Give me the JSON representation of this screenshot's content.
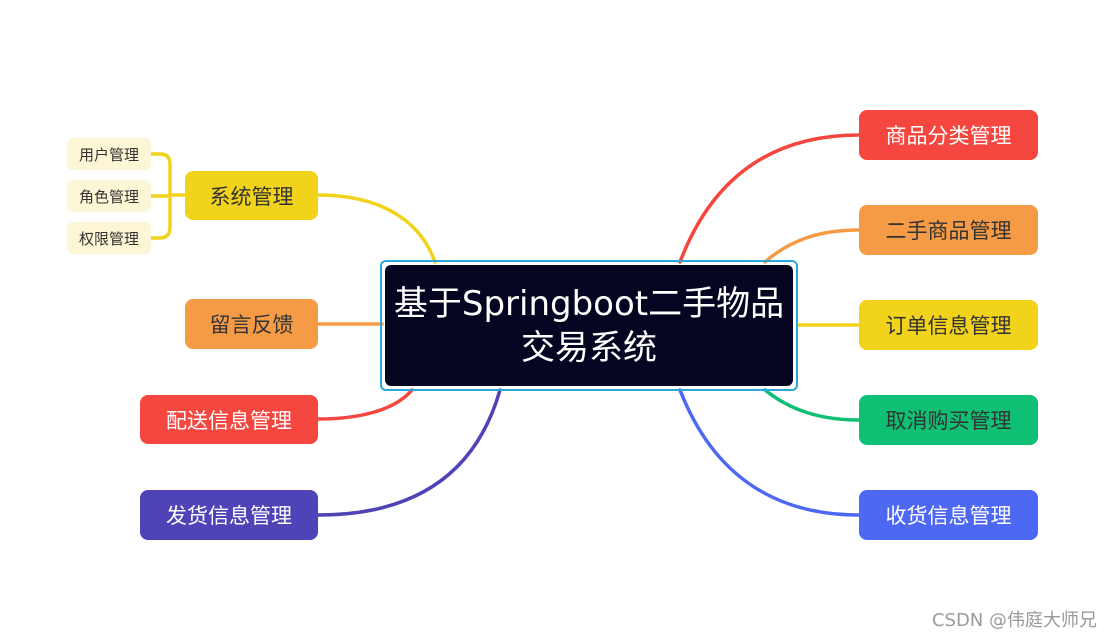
{
  "center": {
    "title": "基于Springboot二手物品交易系统",
    "bg": "#050521",
    "color": "#ffffff",
    "border": "#2aa6d8"
  },
  "left_branches": [
    {
      "id": "system",
      "label": "系统管理",
      "bg": "#f2d31b",
      "color": "#333333",
      "line": "#f2d31b",
      "children": [
        "用户管理",
        "角色管理",
        "权限管理"
      ]
    },
    {
      "id": "feedback",
      "label": "留言反馈",
      "bg": "#f59a45",
      "color": "#333333",
      "line": "#f59a45"
    },
    {
      "id": "delivery-info",
      "label": "配送信息管理",
      "bg": "#f5473f",
      "color": "#ffffff",
      "line": "#f5473f"
    },
    {
      "id": "shipping-info",
      "label": "发货信息管理",
      "bg": "#4f43b8",
      "color": "#ffffff",
      "line": "#4f43b8"
    }
  ],
  "right_branches": [
    {
      "id": "category",
      "label": "商品分类管理",
      "bg": "#f5473f",
      "color": "#ffffff",
      "line": "#f5473f"
    },
    {
      "id": "goods",
      "label": "二手商品管理",
      "bg": "#f59a45",
      "color": "#333333",
      "line": "#f59a45"
    },
    {
      "id": "orders",
      "label": "订单信息管理",
      "bg": "#f2d31b",
      "color": "#333333",
      "line": "#f2d31b"
    },
    {
      "id": "cancel",
      "label": "取消购买管理",
      "bg": "#0fbf74",
      "color": "#333333",
      "line": "#0fbf74"
    },
    {
      "id": "receipt",
      "label": "收货信息管理",
      "bg": "#4d68f2",
      "color": "#ffffff",
      "line": "#4d68f2"
    }
  ],
  "sub_bracket_color": "#f2d31b",
  "watermark": "CSDN @伟庭大师兄"
}
